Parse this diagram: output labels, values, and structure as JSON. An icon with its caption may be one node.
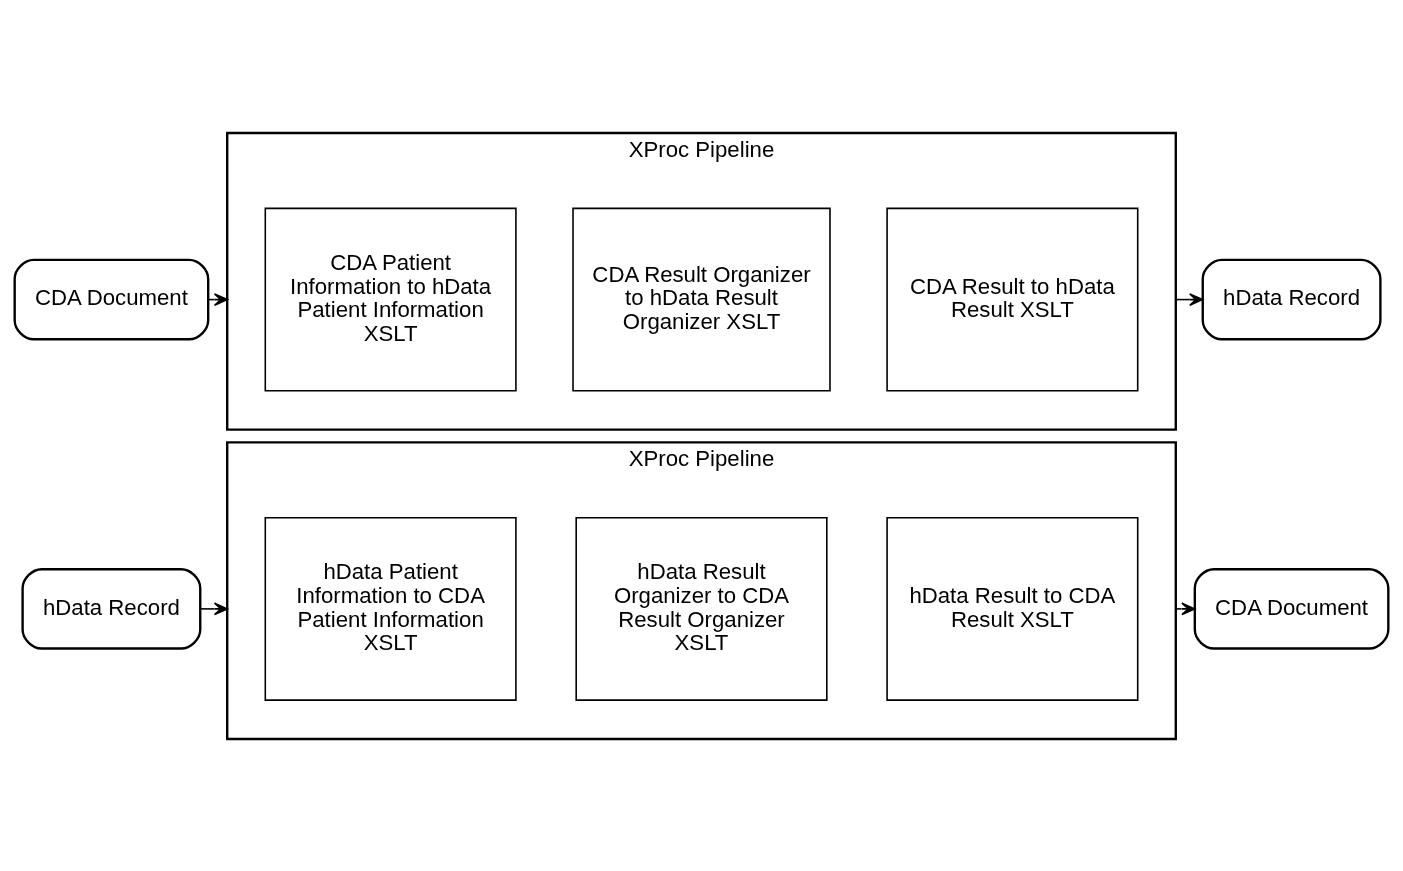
{
  "diagram": {
    "nodes": [
      {
        "text": [
          "hData Record"
        ]
      },
      {
        "text": [
          "XProc Pipeline"
        ]
      },
      {
        "text": [
          "hData Patient Information to CDA Patient Information XSLT"
        ],
        "in": 1
      },
      {
        "text": [
          "hData Result Organizer to CDA Result Organizer XSLT"
        ],
        "in": 1
      },
      {
        "text": [
          "hData Result to CDA Result XSLT"
        ],
        "in": 1
      },
      {
        "text": [
          "CDA Document"
        ]
      },
      {
        "text": [
          "CDA Document"
        ]
      },
      {
        "text": [
          "XProc Pipeline"
        ]
      },
      {
        "text": [
          "CDA Patient Information to hData Patient Information XSLT"
        ],
        "in": 7
      },
      {
        "text": [
          "CDA Result Organizer to hData Result Organizer XSLT"
        ],
        "in": 7
      },
      {
        "text": [
          "CDA Result to hData Result XSLT"
        ],
        "in": 7
      },
      {
        "text": [
          "hData Record"
        ]
      }
    ],
    "edges": [
      {
        "from": 0,
        "to": 1,
        "arrow": "to"
      },
      {
        "from": 1,
        "to": 5,
        "arrow": "to"
      },
      {
        "from": 6,
        "to": 7,
        "arrow": "to"
      },
      {
        "from": 7,
        "to": 11,
        "arrow": "to"
      }
    ]
  }
}
